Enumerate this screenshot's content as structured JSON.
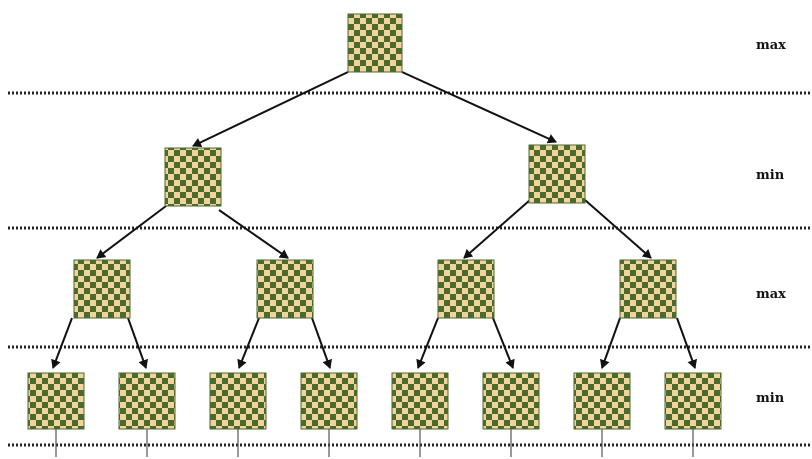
{
  "diagram": {
    "levels": [
      {
        "label": "max"
      },
      {
        "label": "min"
      },
      {
        "label": "max"
      },
      {
        "label": "min"
      }
    ],
    "colors": {
      "board_dark": "#4a6a2e",
      "board_light": "#f2d39a",
      "edge": "#111111",
      "separator": "#222222"
    }
  }
}
